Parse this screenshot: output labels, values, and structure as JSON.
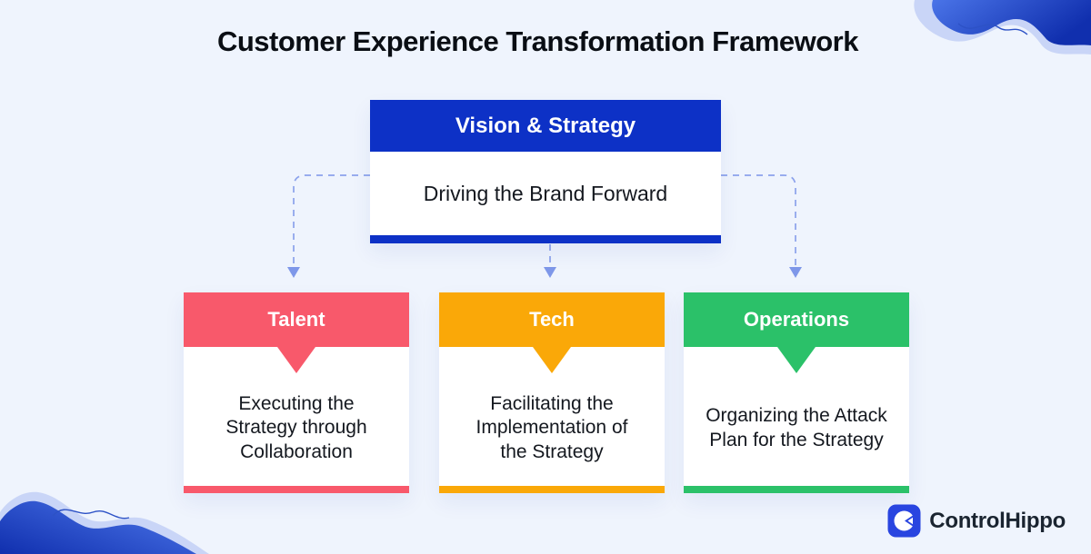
{
  "title": "Customer Experience Transformation Framework",
  "root": {
    "label": "Vision & Strategy",
    "description": "Driving the Brand Forward",
    "color": "#0D31C6"
  },
  "pillars": [
    {
      "id": "talent",
      "label": "Talent",
      "description": "Executing the Strategy through Collaboration",
      "color": "#F8596B"
    },
    {
      "id": "tech",
      "label": "Tech",
      "description": "Facilitating the Implementation of the Strategy",
      "color": "#FAA808"
    },
    {
      "id": "operations",
      "label": "Operations",
      "description": "Organizing the Attack Plan for the Strategy",
      "color": "#2BC169"
    }
  ],
  "logo": {
    "text": "ControlHippo",
    "icon": "controlhippo-c-arrow-icon",
    "icon_color": "#2945E0"
  },
  "decorations": {
    "top_right": "wave-shape",
    "bottom_left": "wave-shape"
  },
  "colors": {
    "background": "#EFF4FD",
    "root_blue": "#0D31C6",
    "talent": "#F8596B",
    "tech": "#FAA808",
    "operations": "#2BC169",
    "connector": "#8CA2EC",
    "connector_arrow": "#7E97E9",
    "wave_light": "#C9D5F7",
    "wave_blue_start": "#4A74E8",
    "wave_blue_end": "#102FAE",
    "logo_blue": "#2945E0",
    "text_dark": "#14181F",
    "logo_text": "#1A2430"
  }
}
